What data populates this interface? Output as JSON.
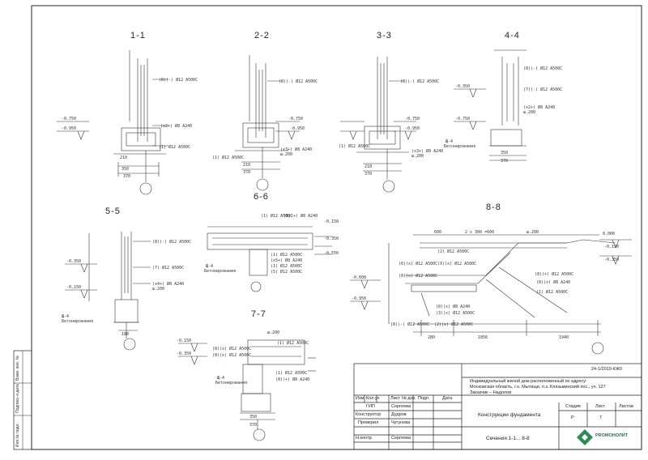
{
  "sections": [
    {
      "label": "1-1"
    },
    {
      "label": "2-2"
    },
    {
      "label": "3-3"
    },
    {
      "label": "4-4"
    },
    {
      "label": "5-5"
    },
    {
      "label": "6-6"
    },
    {
      "label": "7-7"
    },
    {
      "label": "8-8"
    }
  ],
  "title_block": {
    "doc_code": "24-1/2019-КЖ0",
    "project_line1": "Индивидуальный жилой дом расположенный по адресу:",
    "project_line2": "Московская область, г.о. Мытищи, п.з. Клязьминский пос., уч. 127",
    "project_line3": "Заказчик – Надолов",
    "columns": {
      "izm": "Изм.",
      "kol_uch": "Кол.уч",
      "list": "Лист",
      "n_dok": "№ док.",
      "podp": "Подп.",
      "data": "Дата"
    },
    "roles": [
      {
        "role": "ГИП",
        "name": "Сергеева"
      },
      {
        "role": "Конструктор",
        "name": "Дудров"
      },
      {
        "role": "Проверил",
        "name": "Чугунова"
      },
      {
        "role": "Н.контр.",
        "name": "Сергеева"
      }
    ],
    "sheet_title": "Конструкции фундамента",
    "stage_label": "Стадия",
    "stage": "Р",
    "sheet_label": "Лист",
    "sheet_num": "7",
    "sheets_label": "Листов",
    "drawing_title": "Сечения 1-1... 8-8",
    "company": "PROМОНОЛИТ"
  },
  "side_stamp": {
    "inv": "Инв.№ подл.",
    "podp": "Подпись и дата",
    "vzam": "Взам. инв. №"
  }
}
